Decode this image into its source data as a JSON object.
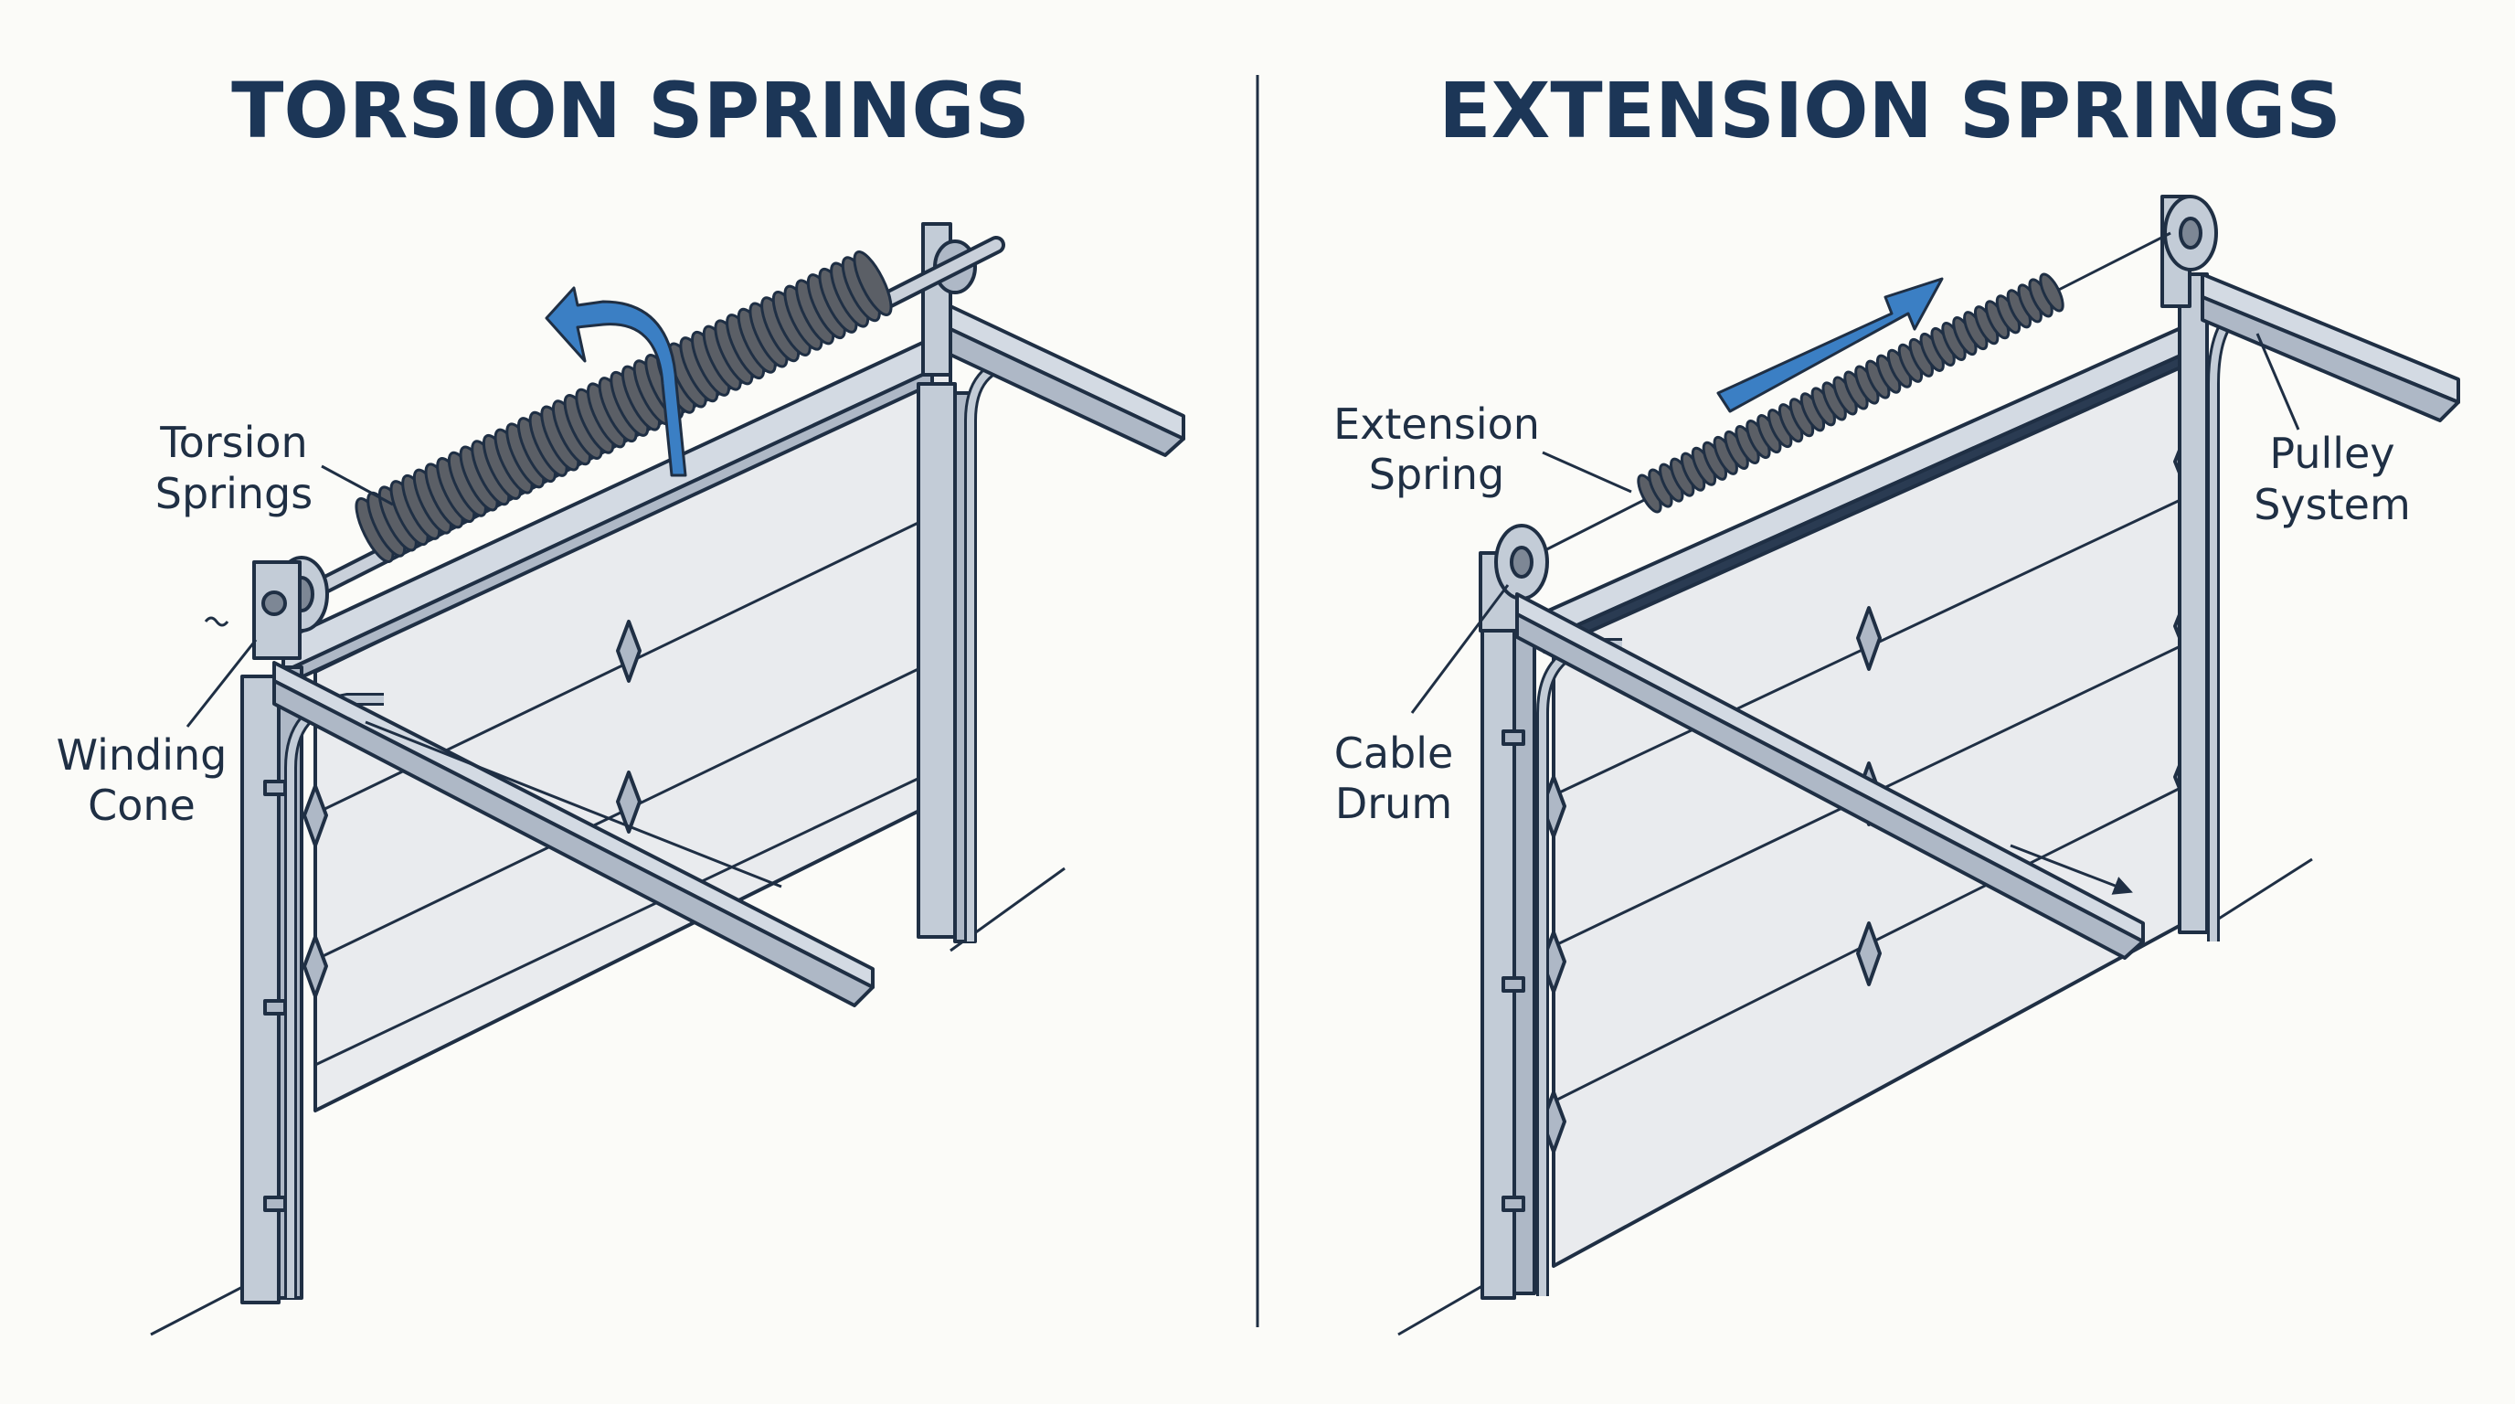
{
  "colors": {
    "background": "#fbfbf8",
    "title": "#1c3657",
    "outline": "#1f2f44",
    "steel": "#aeb8c6",
    "steel_light": "#d3dae3",
    "door_panel": "#e9ebee",
    "spring": "#5b5f66",
    "accent_arrow": "#3b7fc4"
  },
  "left": {
    "title": "TORSION SPRINGS",
    "labels": {
      "torsion_1": "Torsion",
      "torsion_2": "Springs",
      "winding_1": "Winding",
      "winding_2": "Cone"
    },
    "icons": [
      "rotation-arrow-icon"
    ]
  },
  "right": {
    "title": "EXTENSION SPRINGS",
    "labels": {
      "extension_1": "Extension",
      "extension_2": "Spring",
      "pulley_1": "Pulley",
      "pulley_2": "System",
      "cable_1": "Cable",
      "cable_2": "Drum"
    },
    "icons": [
      "direction-arrow-icon"
    ]
  }
}
